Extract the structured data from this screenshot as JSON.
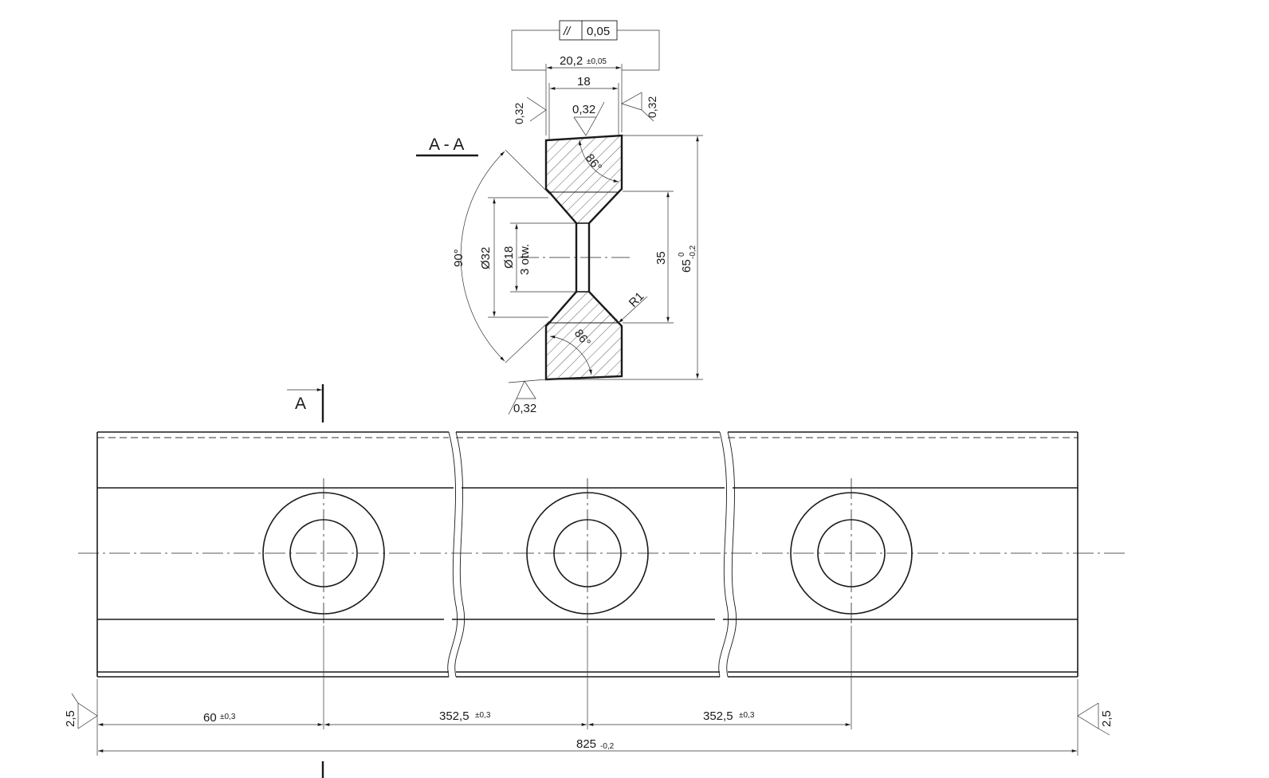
{
  "drawing": {
    "section_title": "A - A",
    "section_mark": "A",
    "parallelism": {
      "symbol": "//",
      "tolerance": "0,05"
    },
    "section_view": {
      "width_top": "20,2",
      "width_top_tol": "±0,05",
      "width_inner": "18",
      "roughness_left": "0,32",
      "roughness_top": "0,32",
      "roughness_right": "0,32",
      "roughness_bottom": "0,32",
      "angle_top": "86°",
      "angle_bottom": "86°",
      "angle_left": "90°",
      "dia_outer": "Ø32",
      "dia_inner": "Ø18",
      "holes_count": "3 otw.",
      "height_inner": "35",
      "height_total": "65",
      "height_total_upper": "0",
      "height_total_lower": "-0,2",
      "radius": "R1"
    },
    "plan_view": {
      "roughness_left": "2,5",
      "roughness_right": "2,5",
      "dim_first": "60",
      "dim_first_tol": "±0,3",
      "dim_pitch_1": "352,5",
      "dim_pitch_1_tol": "±0,3",
      "dim_pitch_2": "352,5",
      "dim_pitch_2_tol": "±0,3",
      "dim_total": "825",
      "dim_total_tol": "-0,2"
    }
  }
}
